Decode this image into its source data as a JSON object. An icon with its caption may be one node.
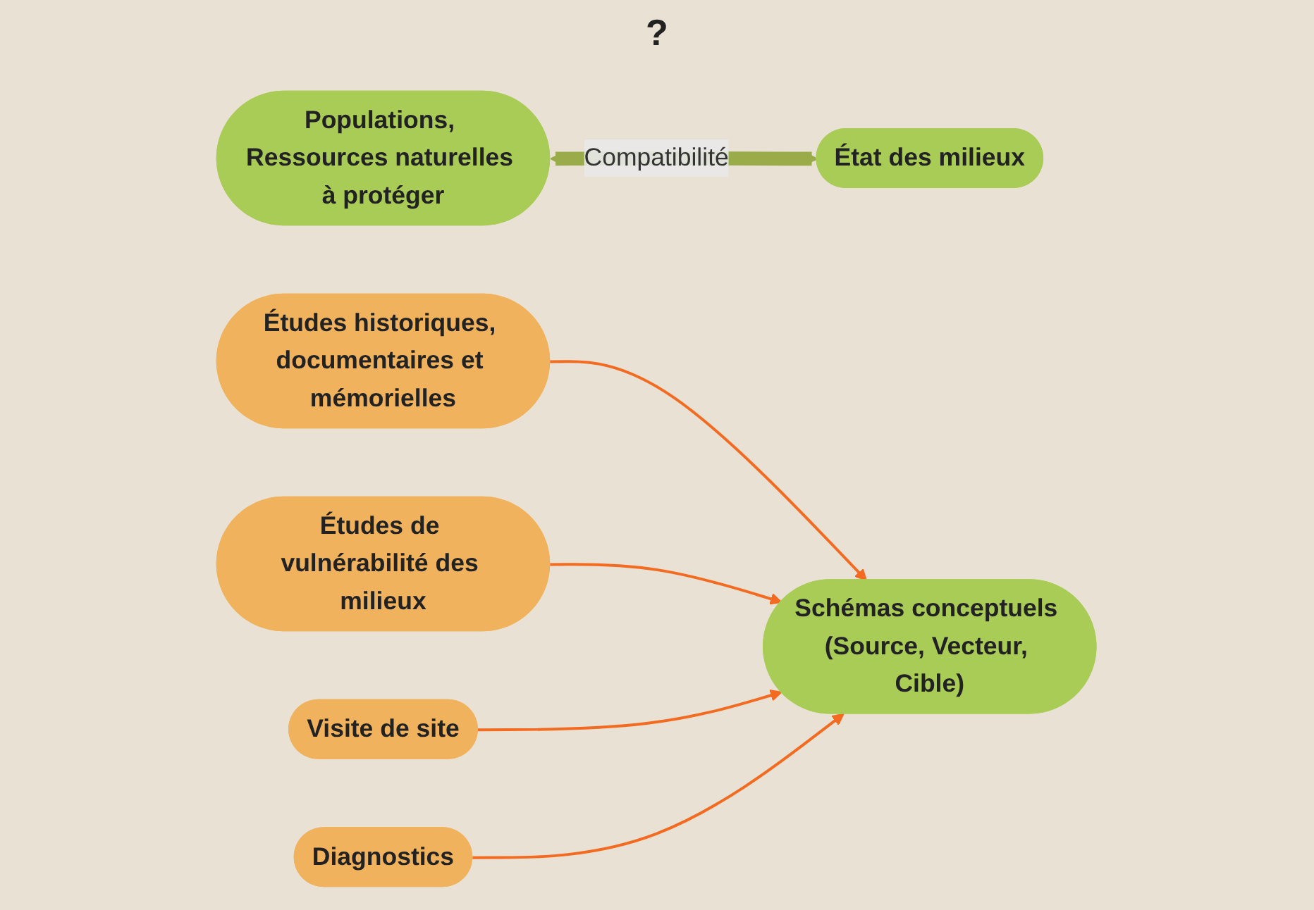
{
  "diagram": {
    "nodes": [
      {
        "text": [
          "Populations, Ressources naturelles à protéger"
        ]
      },
      {
        "text": [
          "État des milieux"
        ]
      },
      {
        "text": [
          "Schémas conceptuels (Source, Vecteur, Cible)"
        ]
      },
      {
        "text": [
          "Études historiques, documentaires et mémorielles"
        ]
      },
      {
        "text": [
          "Études de vulnérabilité des milieux"
        ]
      },
      {
        "text": [
          "Visite de site"
        ]
      },
      {
        "text": [
          "Diagnostics"
        ]
      }
    ],
    "edges": [
      {
        "from": 0,
        "to": 1,
        "arrow": "both",
        "label": "Compatibilité",
        "style": "thick",
        "color": "#9aab4a"
      },
      {
        "from": 3,
        "to": 2,
        "arrow": "to"
      },
      {
        "from": 4,
        "to": 2,
        "arrow": "to"
      },
      {
        "from": 5,
        "to": 2,
        "arrow": "to"
      },
      {
        "from": 6,
        "to": 2,
        "arrow": "to"
      }
    ],
    "labels": [
      "?"
    ]
  }
}
